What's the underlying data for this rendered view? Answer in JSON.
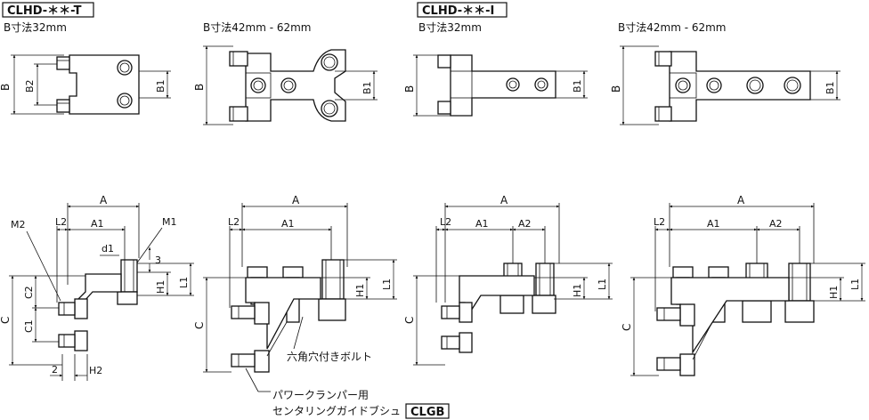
{
  "labels": {
    "model_t": "CLHD-＊＊-T",
    "model_i": "CLHD-＊＊-I",
    "b32_left": "B寸法32mm",
    "b42_left": "B寸法42mm - 62mm",
    "b32_right": "B寸法32mm",
    "b42_right": "B寸法42mm - 62mm",
    "hex_bolt": "六角穴付きボルト",
    "bushing_line1": "パワークランパー用",
    "bushing_line2": "センタリングガイドブシュ",
    "clgb": "CLGB"
  },
  "dims": {
    "B": "B",
    "B1": "B1",
    "B2": "B2",
    "A": "A",
    "A1": "A1",
    "A2": "A2",
    "L1": "L1",
    "L2": "L2",
    "H1": "H1",
    "H2": "H2",
    "C": "C",
    "C1": "C1",
    "C2": "C2",
    "M1": "M1",
    "M2": "M2",
    "d1": "d1",
    "three": "3",
    "two": "2"
  }
}
